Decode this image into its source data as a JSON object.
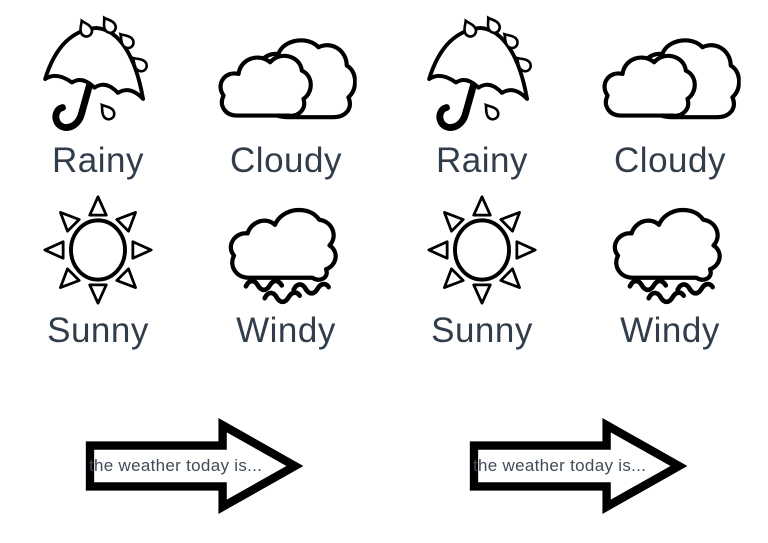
{
  "page": {
    "background_color": "#ffffff",
    "label_color": "#313d4b",
    "arrow_text_color": "#414b57",
    "outline_color": "#000000"
  },
  "panels": [
    {
      "cards": [
        {
          "label": "Rainy",
          "icon": "umbrella-rain-icon"
        },
        {
          "label": "Cloudy",
          "icon": "clouds-icon"
        },
        {
          "label": "Sunny",
          "icon": "sun-icon"
        },
        {
          "label": "Windy",
          "icon": "wind-cloud-icon"
        }
      ],
      "arrow": {
        "label": "the weather today is..."
      }
    },
    {
      "cards": [
        {
          "label": "Rainy",
          "icon": "umbrella-rain-icon"
        },
        {
          "label": "Cloudy",
          "icon": "clouds-icon"
        },
        {
          "label": "Sunny",
          "icon": "sun-icon"
        },
        {
          "label": "Windy",
          "icon": "wind-cloud-icon"
        }
      ],
      "arrow": {
        "label": "the weather today is..."
      }
    }
  ]
}
